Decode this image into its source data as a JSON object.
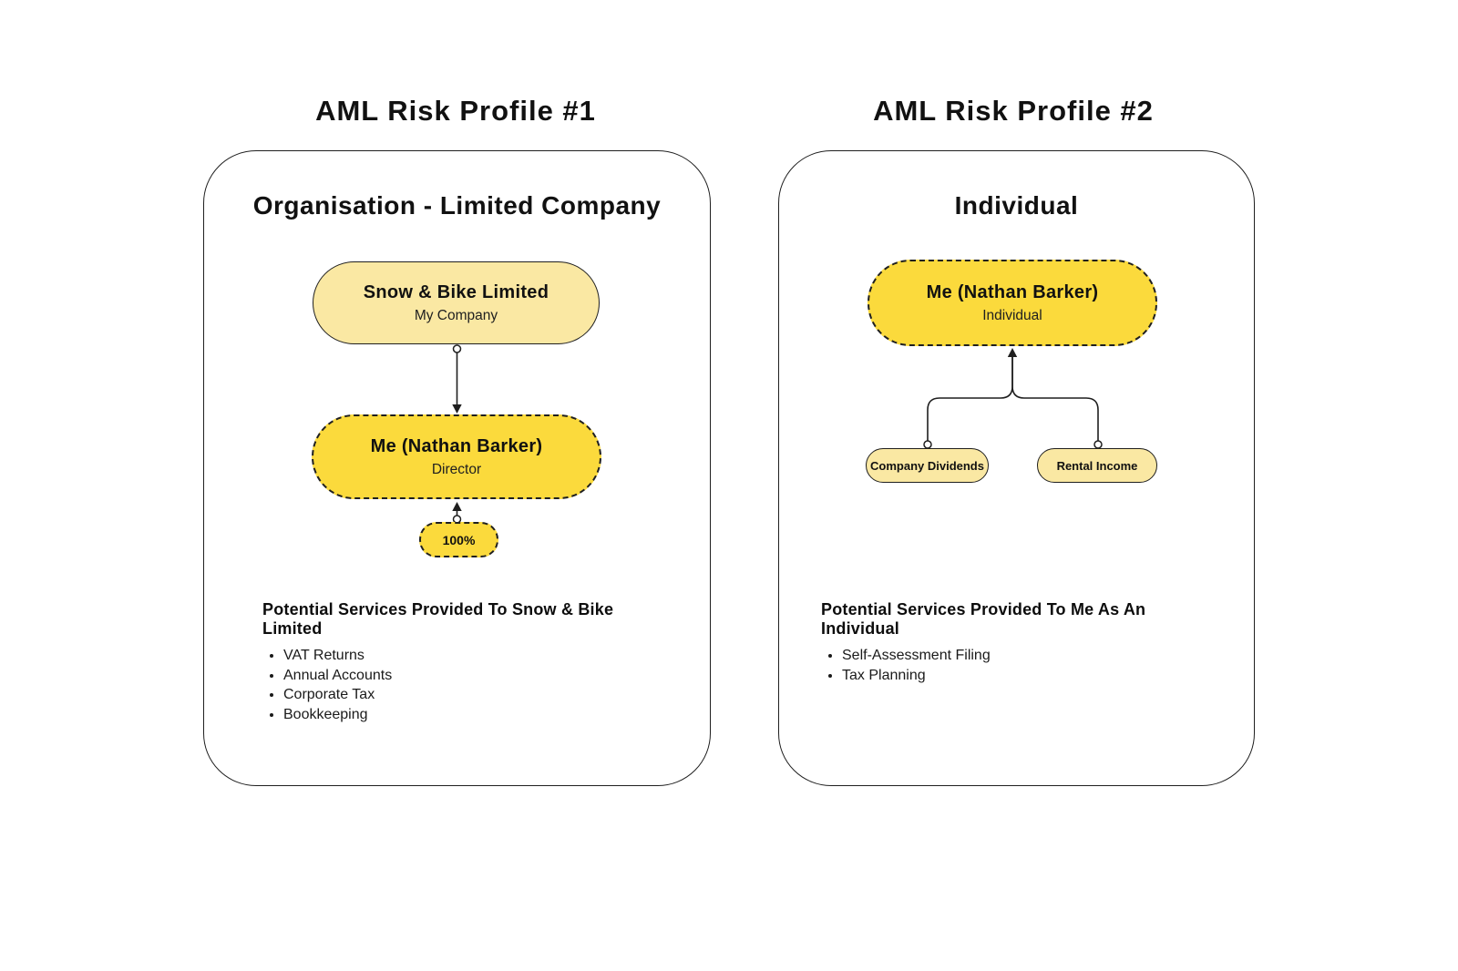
{
  "colors": {
    "node_fill_primary": "#FBDA3C",
    "node_fill_secondary": "#FAE8A3",
    "ink": "#1a1a1a",
    "background": "#ffffff"
  },
  "profile1": {
    "title": "AML Risk Profile #1",
    "panel_heading": "Organisation - Limited Company",
    "nodes": {
      "company": {
        "title": "Snow & Bike Limited",
        "subtitle": "My Company"
      },
      "director": {
        "title": "Me (Nathan Barker)",
        "subtitle": "Director"
      },
      "ownership": {
        "label": "100%"
      }
    },
    "services": {
      "heading": "Potential Services Provided To Snow & Bike Limited",
      "items": [
        "VAT Returns",
        "Annual Accounts",
        "Corporate Tax",
        "Bookkeeping"
      ]
    }
  },
  "profile2": {
    "title": "AML Risk Profile #2",
    "panel_heading": "Individual",
    "nodes": {
      "person": {
        "title": "Me (Nathan Barker)",
        "subtitle": "Individual"
      },
      "income_company_dividends": {
        "label": "Company Dividends"
      },
      "income_rental": {
        "label": "Rental Income"
      }
    },
    "services": {
      "heading": "Potential Services Provided To Me As An Individual",
      "items": [
        "Self-Assessment Filing",
        "Tax Planning"
      ]
    }
  }
}
